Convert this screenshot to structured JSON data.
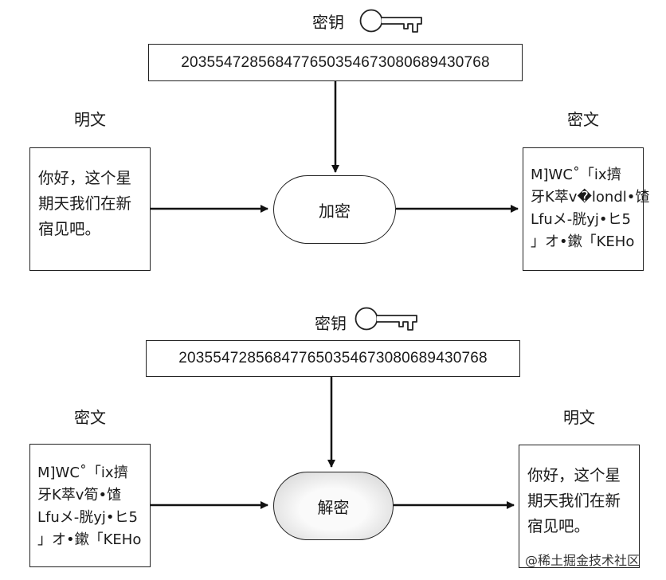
{
  "encrypt": {
    "key_label": "密钥",
    "key_value": "203554728568477650354673080689430768",
    "input_label": "明文",
    "input_lines": [
      "你好，这个星",
      "期天我们在新",
      "宿见吧。"
    ],
    "process": "加密",
    "output_label": "密文",
    "output_lines": [
      "M]WC˚「ix擠",
      "牙K萃v�londl•馇",
      "Lfuメ-胱yj•ヒ5",
      "」オ•鏉「KEHo"
    ]
  },
  "decrypt": {
    "key_label": "密钥",
    "key_value": "203554728568477650354673080689430768",
    "input_label": "密文",
    "input_lines": [
      "M]WC˚「ix擠",
      "牙K萃v筍•馇",
      "Lfuメ-胱yj•ヒ5",
      "」オ•鏉「KEHo"
    ],
    "process": "解密",
    "output_label": "明文",
    "output_lines": [
      "你好，这个星",
      "期天我们在新",
      "宿见吧。"
    ]
  },
  "watermark": "@稀土掘金技术社区",
  "icons": [
    "key-icon",
    "arrow-icon"
  ]
}
